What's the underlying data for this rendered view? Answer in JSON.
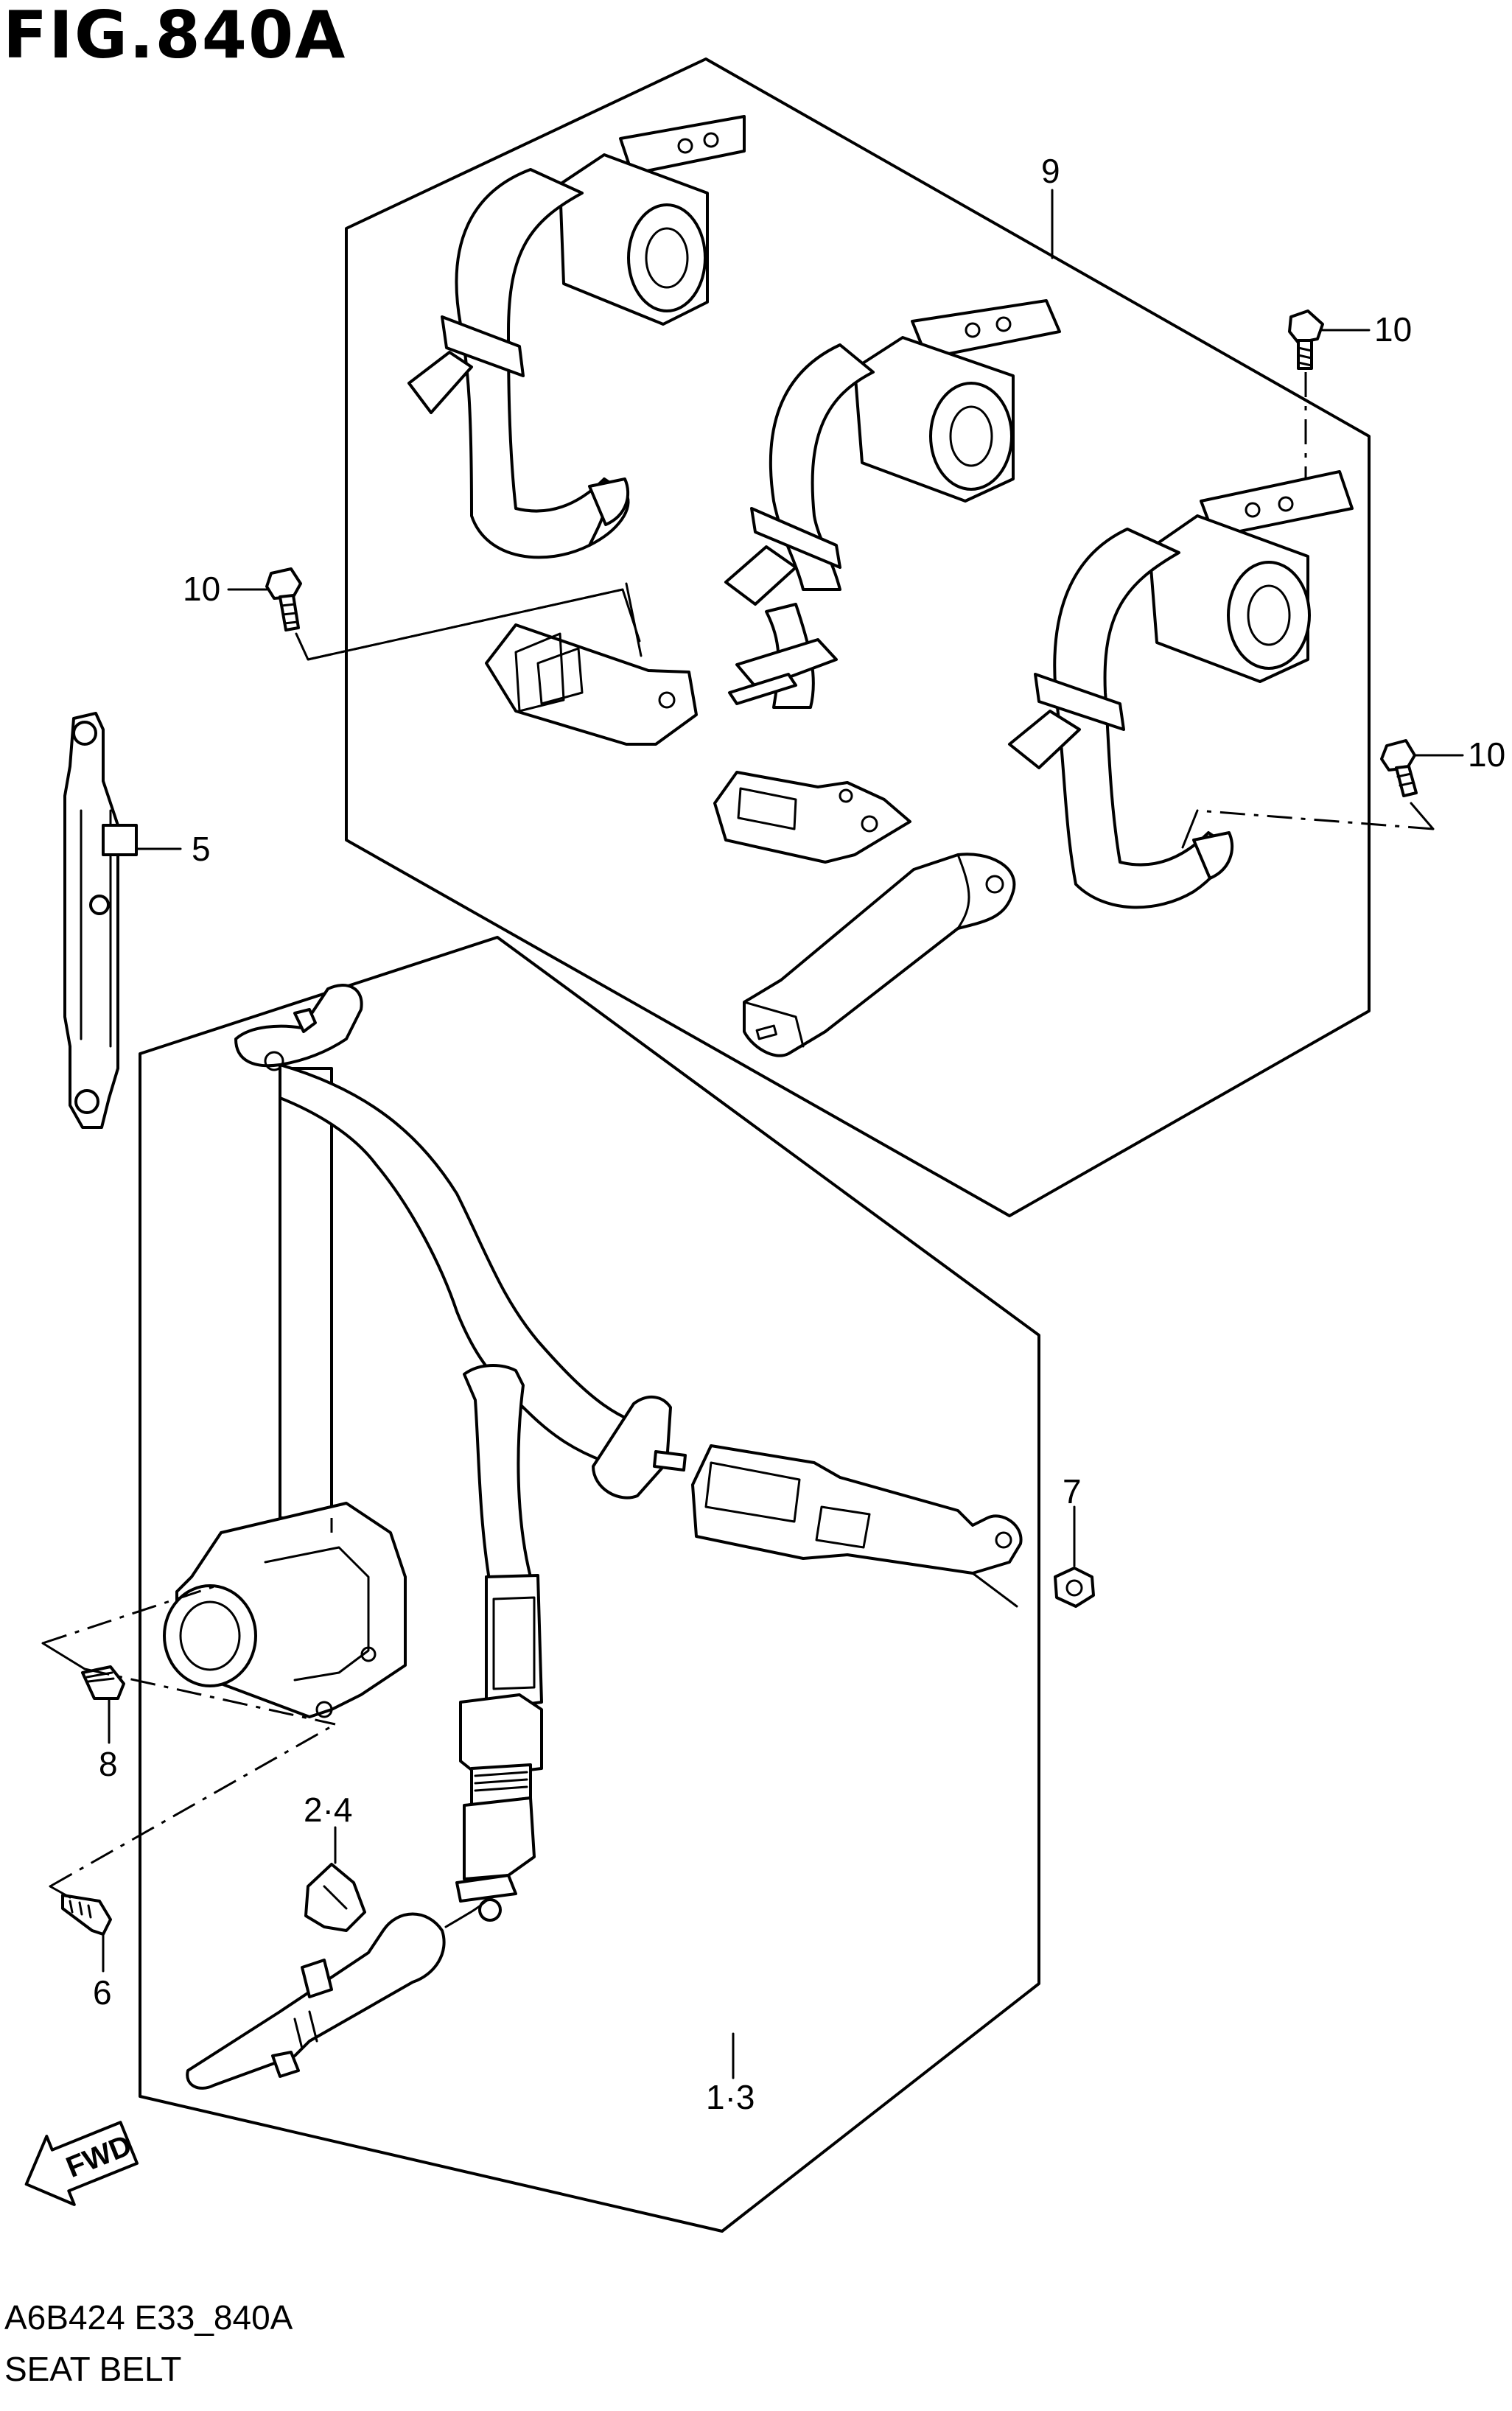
{
  "figure": {
    "title": "FIG.840A",
    "code": "A6B424 E33_840A",
    "name": "SEAT BELT"
  },
  "callouts": {
    "c9": "9",
    "c10a": "10",
    "c10b": "10",
    "c10c": "10",
    "c5": "5",
    "c7": "7",
    "c8": "8",
    "c24": "2·4",
    "c6": "6",
    "c13": "1·3"
  },
  "fwd_label": "FWD"
}
